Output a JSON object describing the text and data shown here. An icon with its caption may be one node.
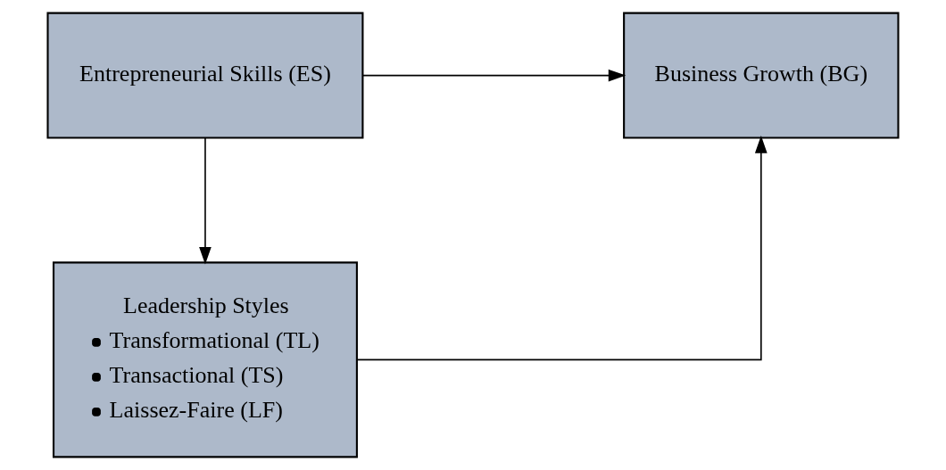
{
  "diagram": {
    "nodes": [
      {
        "text": [
          "Entrepreneurial Skills (ES)"
        ]
      },
      {
        "text": [
          "Business Growth (BG)"
        ]
      },
      {
        "text": [
          "Leadership Styles",
          "Transformational (TL)",
          "Transactional (TS)",
          "Laissez-Faire (LF)"
        ]
      }
    ],
    "edges": [
      {
        "from": 0,
        "to": 1,
        "arrow": "to"
      },
      {
        "from": 0,
        "to": 2,
        "arrow": "to"
      },
      {
        "from": 2,
        "to": 1,
        "arrow": "to"
      }
    ]
  }
}
